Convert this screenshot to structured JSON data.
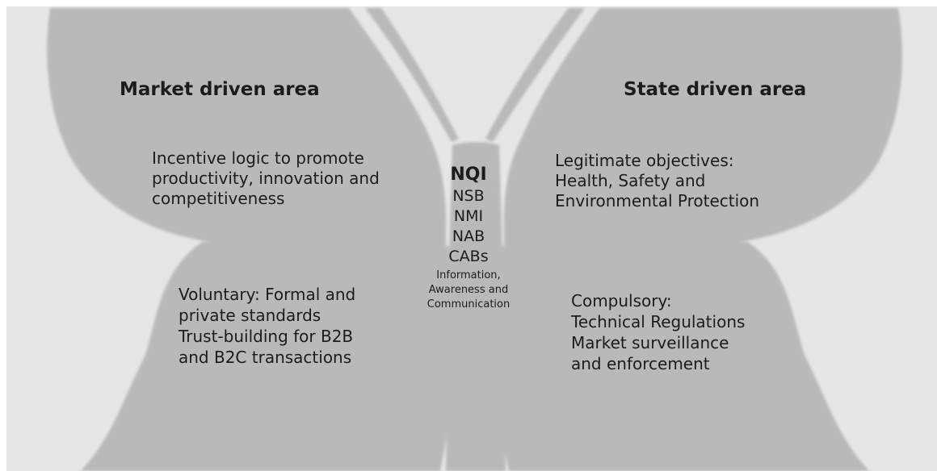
{
  "left": {
    "heading": "Market driven area",
    "incentive_lines": [
      "Incentive logic to promote",
      "productivity, innovation and",
      "competitiveness"
    ],
    "voluntary_lines": [
      "Voluntary: Formal and",
      "private standards",
      "Trust-building for B2B",
      "and B2C transactions"
    ]
  },
  "right": {
    "heading": "State driven area",
    "objectives_lines": [
      "Legitimate objectives:",
      "Health, Safety and",
      "Environmental Protection"
    ],
    "compulsory_lines": [
      "Compulsory:",
      "Technical Regulations",
      "Market surveillance",
      "and enforcement"
    ]
  },
  "center": {
    "title": "NQI",
    "institutions": [
      "NSB",
      "NMI",
      "NAB",
      "CABs"
    ],
    "footer_lines": [
      "Information,",
      "Awareness and",
      "Communication"
    ]
  },
  "colors": {
    "background": "#e6e6e6",
    "wing": "#b9b9b9",
    "text": "#1c1c1c"
  }
}
